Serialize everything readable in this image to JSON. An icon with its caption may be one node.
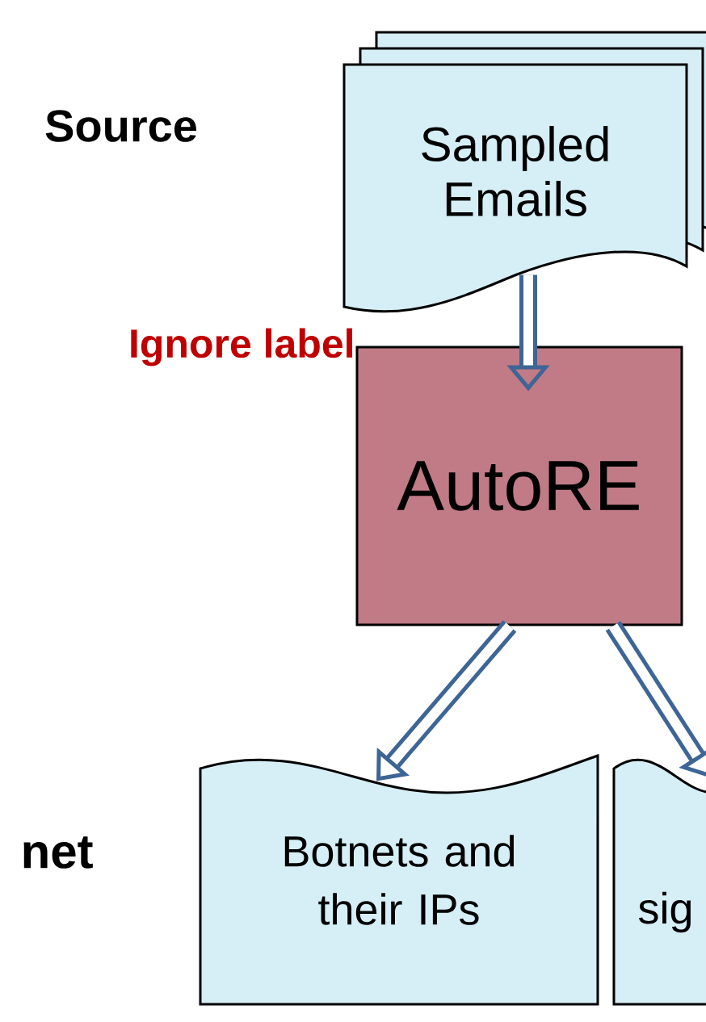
{
  "diagram": {
    "nodes": [
      {
        "text": [
          "Sampled Emails"
        ]
      },
      {
        "text": [
          "AutoRE"
        ]
      },
      {
        "text": [
          "Botnets and their IPs"
        ]
      },
      {
        "text": [
          "sig"
        ]
      }
    ],
    "edges": [
      {
        "from": 0,
        "to": 1,
        "arrow": "to"
      },
      {
        "from": 1,
        "to": 2,
        "arrow": "to"
      },
      {
        "from": 1,
        "to": 3,
        "arrow": "to"
      }
    ],
    "labels": [
      "Source",
      "Ignore label",
      "net"
    ]
  }
}
